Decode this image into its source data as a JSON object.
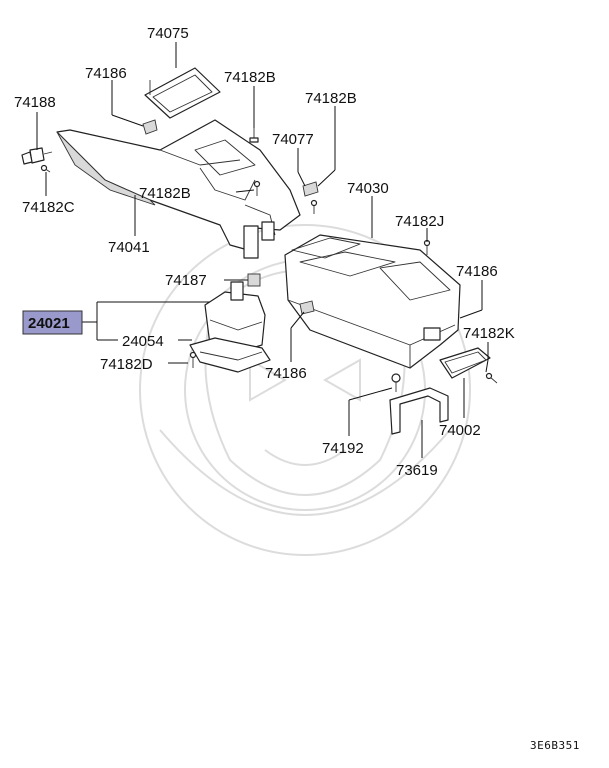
{
  "diagram": {
    "labels": {
      "p74075": "74075",
      "p74186_top": "74186",
      "p74182b_top": "74182B",
      "p74188": "74188",
      "p74182b_right": "74182B",
      "p74077": "74077",
      "p74182c": "74182C",
      "p74182b_mid": "74182B",
      "p74030": "74030",
      "p74182j": "74182J",
      "p74041": "74041",
      "p74186_right": "74186",
      "p74187": "74187",
      "p24021": "24021",
      "p24054": "24054",
      "p74182k": "74182K",
      "p74182d": "74182D",
      "p74186_bottom": "74186",
      "p74192": "74192",
      "p74002": "74002",
      "p73619": "73619"
    },
    "diagram_code": "3E6B351",
    "highlight_color": "#9999cc"
  }
}
